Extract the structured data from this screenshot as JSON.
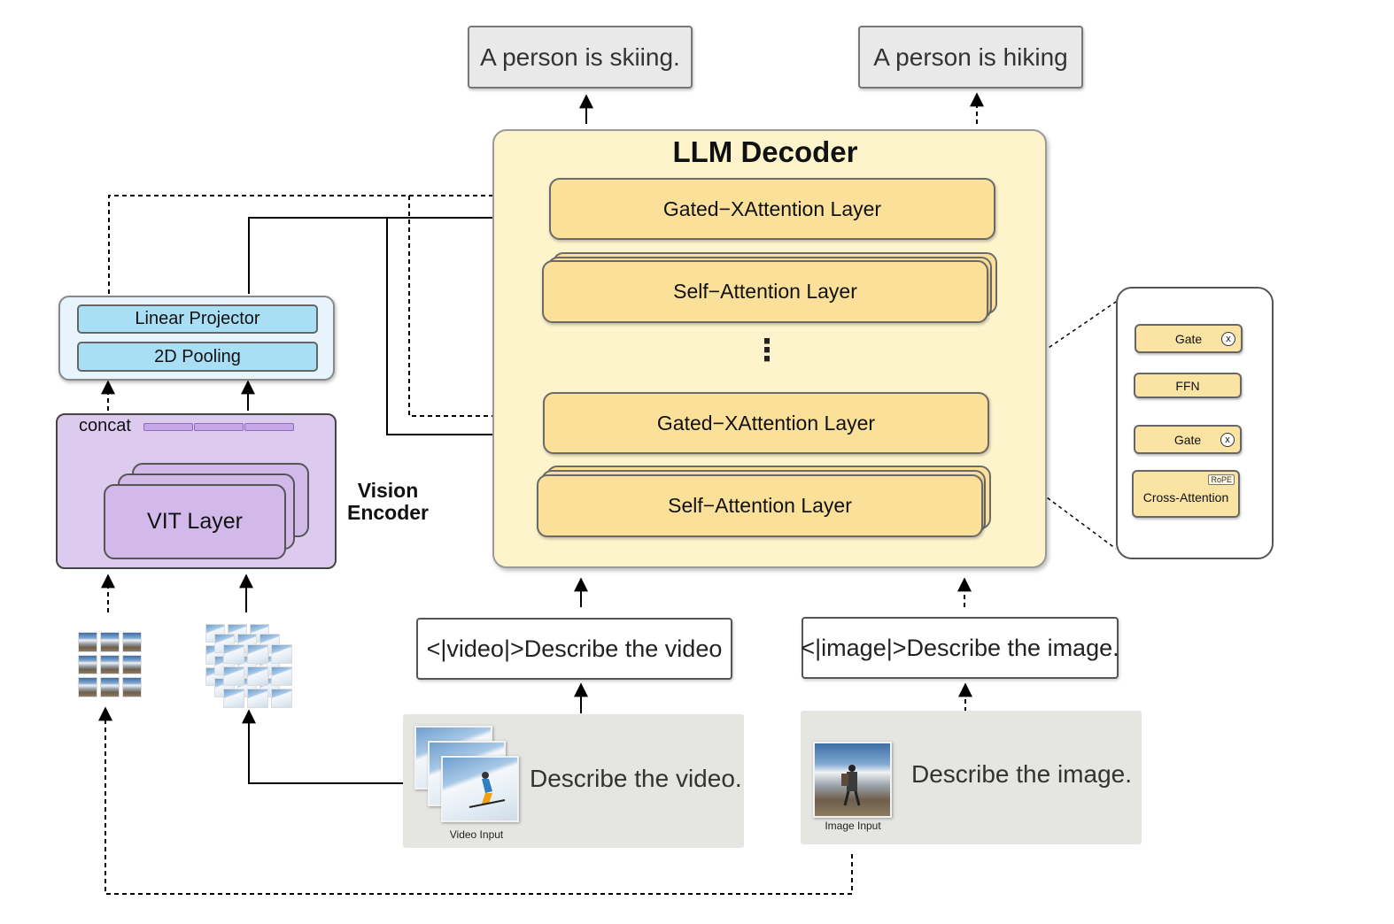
{
  "outputs": {
    "video_answer": "A person is skiing.",
    "image_answer": "A person is hiking"
  },
  "llm_decoder": {
    "title": "LLM Decoder",
    "gated_layer_1": "Gated−XAttention Layer",
    "self_layer_1": "Self−Attention Layer",
    "ellipsis": "⋮",
    "gated_layer_2": "Gated−XAttention Layer",
    "self_layer_2": "Self−Attention Layer"
  },
  "projector": {
    "linear": "Linear Projector",
    "pooling": "2D Pooling"
  },
  "vision_encoder": {
    "concat": "concat",
    "vit": "VIT Layer",
    "label_line1": "Vision",
    "label_line2": "Encoder"
  },
  "prompts": {
    "video": "<|video|>Describe the video",
    "image": "<|image|>Describe the image."
  },
  "inputs": {
    "video_caption": "Video Input",
    "video_text": "Describe the video.",
    "image_caption": "Image Input",
    "image_text": "Describe the image."
  },
  "gated_detail": {
    "gate_top": "Gate",
    "ffn": "FFN",
    "gate_bottom": "Gate",
    "cross_attention": "Cross-Attention",
    "rope": "RoPE",
    "multiply": "x"
  },
  "colors": {
    "llm_fill": "#fdf4cc",
    "layer_fill": "#fbe09a",
    "projector_fill": "#a9dff5",
    "encoder_fill": "#dccbee",
    "vit_fill": "#d2b9ea",
    "panel_fill": "#e5e5e2"
  }
}
